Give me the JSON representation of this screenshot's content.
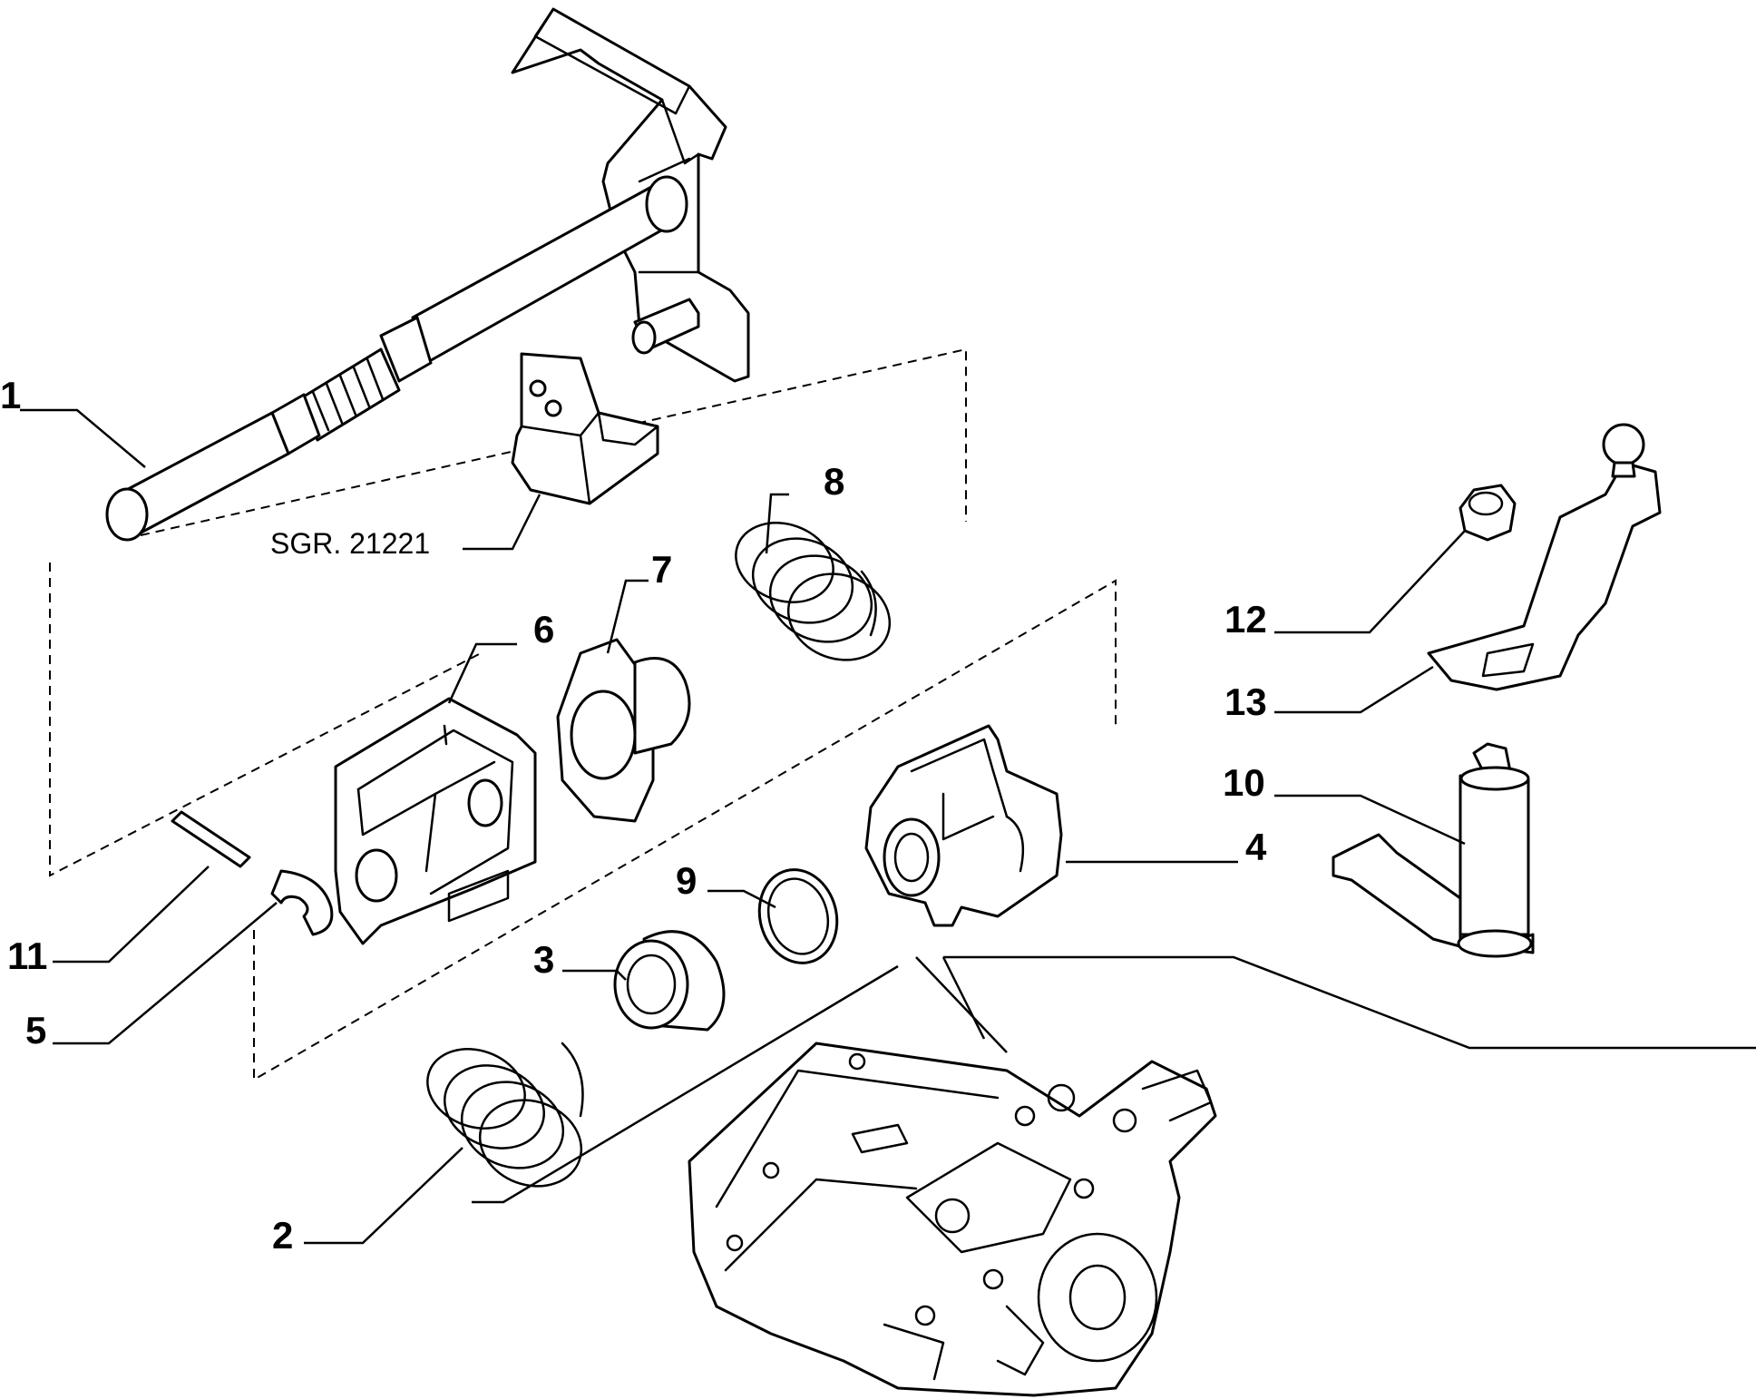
{
  "diagram": {
    "callouts": [
      {
        "id": "1",
        "label": "1"
      },
      {
        "id": "2",
        "label": "2"
      },
      {
        "id": "3",
        "label": "3"
      },
      {
        "id": "4",
        "label": "4"
      },
      {
        "id": "5",
        "label": "5"
      },
      {
        "id": "6",
        "label": "6"
      },
      {
        "id": "7",
        "label": "7"
      },
      {
        "id": "8",
        "label": "8"
      },
      {
        "id": "9",
        "label": "9"
      },
      {
        "id": "10",
        "label": "10"
      },
      {
        "id": "11",
        "label": "11"
      },
      {
        "id": "12",
        "label": "12"
      },
      {
        "id": "13",
        "label": "13"
      }
    ],
    "reference": "SGR. 21221"
  }
}
